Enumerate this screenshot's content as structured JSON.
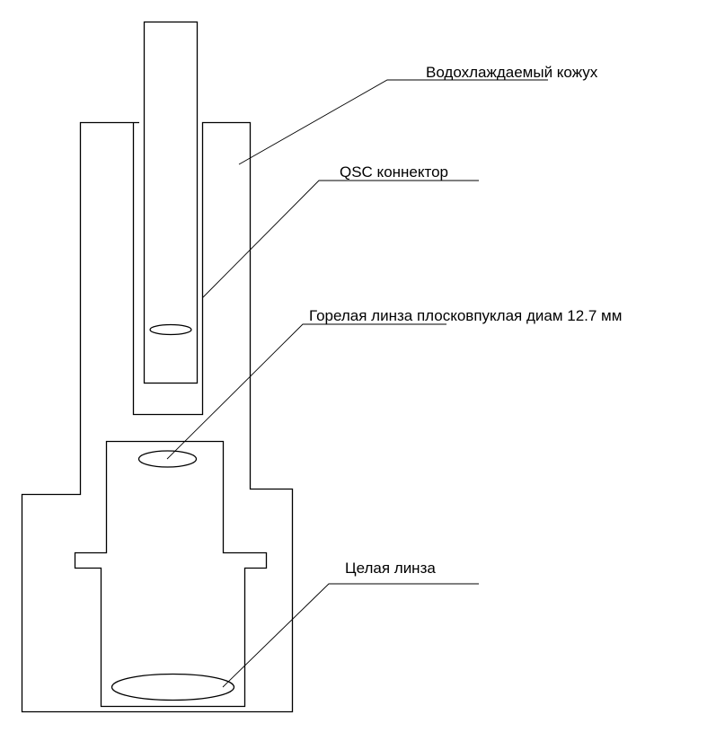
{
  "diagram": {
    "labels": {
      "jacket": "Водохлаждаемый кожух",
      "connector": "QSC коннектор",
      "burnt_lens": "Горелая линза плосковпуклая диам 12.7 мм",
      "whole_lens": "Целая линза"
    },
    "colors": {
      "stroke": "#000000",
      "background": "#ffffff"
    }
  }
}
